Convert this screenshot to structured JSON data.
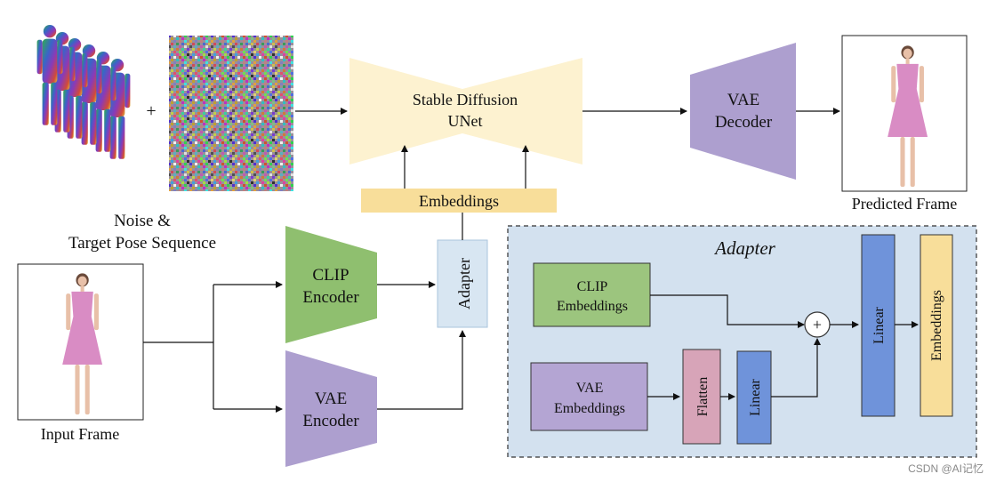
{
  "pipeline": {
    "noise_pose_label_line1": "Noise &",
    "noise_pose_label_line2": "Target Pose Sequence",
    "plus_sign": "+",
    "unet_line1": "Stable Diffusion",
    "unet_line2": "UNet",
    "embeddings_label": "Embeddings",
    "vae_decoder_line1": "VAE",
    "vae_decoder_line2": "Decoder",
    "predicted_frame_label": "Predicted Frame",
    "input_frame_label": "Input Frame",
    "clip_encoder_line1": "CLIP",
    "clip_encoder_line2": "Encoder",
    "vae_encoder_line1": "VAE",
    "vae_encoder_line2": "Encoder",
    "adapter_label": "Adapter"
  },
  "adapter_panel": {
    "title": "Adapter",
    "clip_embeddings_line1": "CLIP",
    "clip_embeddings_line2": "Embeddings",
    "vae_embeddings_line1": "VAE",
    "vae_embeddings_line2": "Embeddings",
    "flatten_label": "Flatten",
    "linear1_label": "Linear",
    "sum_symbol": "+",
    "linear2_label": "Linear",
    "embeddings_label": "Embeddings"
  },
  "watermark": "CSDN @AI记忆",
  "colors": {
    "unet": "#fdf2d0",
    "embeddings": "#f8de9a",
    "vae": "#ad9fcf",
    "clip": "#8fbf6f",
    "adapter_small": "#d8e6f2",
    "adapter_panel": "#d3e1ef",
    "clip_emb": "#9cc57e",
    "vae_emb": "#b4a5d3",
    "flatten": "#d7a4b8",
    "linear": "#6f93da",
    "dress": "#d98cc4"
  }
}
